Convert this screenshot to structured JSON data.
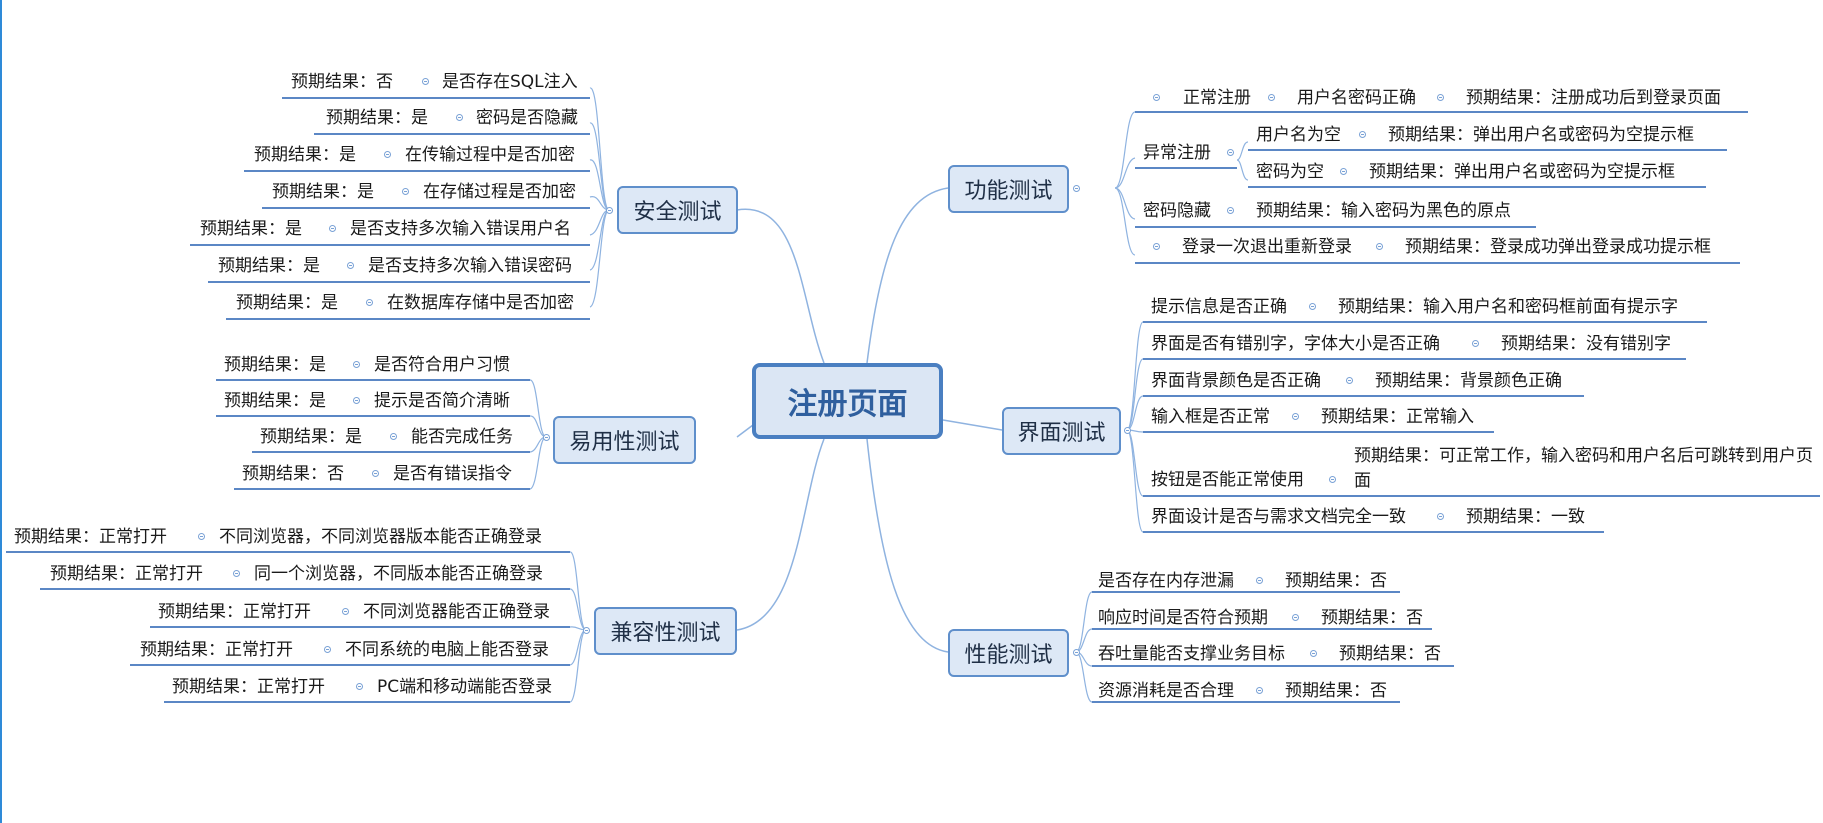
{
  "root": "注册页面",
  "colors": {
    "line": "#5b87c5",
    "connector": "#8fb3e0",
    "branch_fill": "#dde8f6",
    "root_border": "#4a7fc1"
  },
  "branches": {
    "security": {
      "label": "安全测试",
      "items": [
        {
          "text": "是否存在SQL注入",
          "result": "预期结果：否"
        },
        {
          "text": "密码是否隐藏",
          "result": "预期结果：是"
        },
        {
          "text": "在传输过程中是否加密",
          "result": "预期结果：是"
        },
        {
          "text": "在存储过程是否加密",
          "result": "预期结果：是"
        },
        {
          "text": "是否支持多次输入错误用户名",
          "result": "预期结果：是"
        },
        {
          "text": "是否支持多次输入错误密码",
          "result": "预期结果：是"
        },
        {
          "text": "在数据库存储中是否加密",
          "result": "预期结果：是"
        }
      ]
    },
    "usability": {
      "label": "易用性测试",
      "items": [
        {
          "text": "是否符合用户习惯",
          "result": "预期结果：是"
        },
        {
          "text": "提示是否简介清晰",
          "result": "预期结果：是"
        },
        {
          "text": "能否完成任务",
          "result": "预期结果：是"
        },
        {
          "text": "是否有错误指令",
          "result": "预期结果：否"
        }
      ]
    },
    "compatibility": {
      "label": "兼容性测试",
      "items": [
        {
          "text": "不同浏览器，不同浏览器版本能否正确登录",
          "result": "预期结果：正常打开"
        },
        {
          "text": "同一个浏览器，不同版本能否正确登录",
          "result": "预期结果：正常打开"
        },
        {
          "text": "不同浏览器能否正确登录",
          "result": "预期结果：正常打开"
        },
        {
          "text": "不同系统的电脑上能否登录",
          "result": "预期结果：正常打开"
        },
        {
          "text": "PC端和移动端能否登录",
          "result": "预期结果：正常打开"
        }
      ]
    },
    "function": {
      "label": "功能测试",
      "normal": {
        "label": "正常注册",
        "sub": "用户名密码正确",
        "result": "预期结果：注册成功后到登录页面"
      },
      "abnormal": {
        "label": "异常注册",
        "items": [
          {
            "text": "用户名为空",
            "result": "预期结果：弹出用户名或密码为空提示框"
          },
          {
            "text": "密码为空",
            "result": "预期结果：弹出用户名或密码为空提示框"
          }
        ]
      },
      "hide": {
        "label": "密码隐藏",
        "result": "预期结果：输入密码为黑色的原点"
      },
      "relogin": {
        "label": "登录一次退出重新登录",
        "result": "预期结果：登录成功弹出登录成功提示框"
      }
    },
    "interface": {
      "label": "界面测试",
      "items": [
        {
          "text": "提示信息是否正确",
          "result": "预期结果：输入用户名和密码框前面有提示字"
        },
        {
          "text": "界面是否有错别字，字体大小是否正确",
          "result": "预期结果：没有错别字"
        },
        {
          "text": "界面背景颜色是否正确",
          "result": "预期结果：背景颜色正确"
        },
        {
          "text": "输入框是否正常",
          "result": "预期结果：正常输入"
        },
        {
          "text": "按钮是否能正常使用",
          "result": "预期结果：可正常工作，输入密码和用户名后可跳转到用户页面"
        },
        {
          "text": "界面设计是否与需求文档完全一致",
          "result": "预期结果：一致"
        }
      ]
    },
    "performance": {
      "label": "性能测试",
      "items": [
        {
          "text": "是否存在内存泄漏",
          "result": "预期结果：否"
        },
        {
          "text": "响应时间是否符合预期",
          "result": "预期结果：否"
        },
        {
          "text": "吞吐量能否支撑业务目标",
          "result": "预期结果：否"
        },
        {
          "text": "资源消耗是否合理",
          "result": "预期结果：否"
        }
      ]
    }
  }
}
